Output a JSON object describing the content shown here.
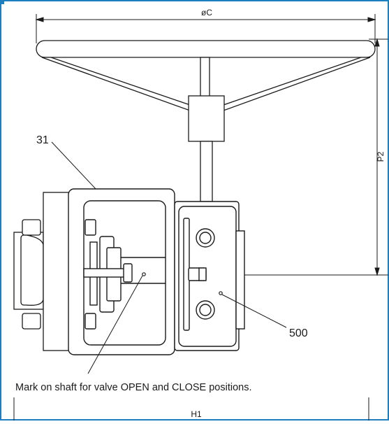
{
  "labels": {
    "dim_diameter": "øC",
    "dim_height": "P2",
    "dim_bottom": "H1",
    "part_31": "31",
    "part_500": "500",
    "caption": "Mark on shaft for valve OPEN and CLOSE positions."
  },
  "colors": {
    "frame": "#1e7fc0",
    "line": "#1a1a1a",
    "fill": "#ffffff"
  }
}
